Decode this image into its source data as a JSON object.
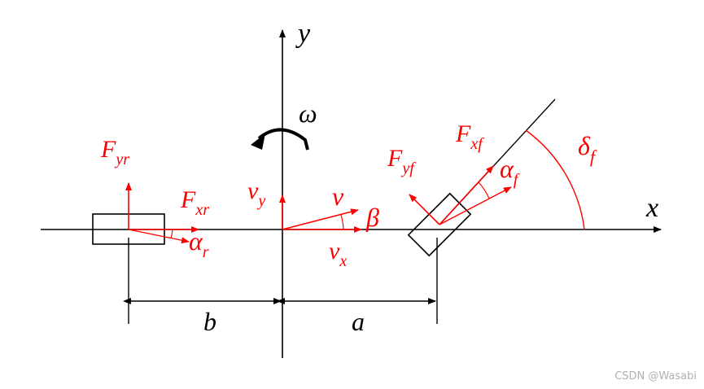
{
  "colors": {
    "force": "#ff0000",
    "geometry": "#000000",
    "watermark": "#b0b0b0"
  },
  "axes": {
    "x": "x",
    "y": "y"
  },
  "omega": "ω",
  "dims": {
    "b": "b",
    "a": "a"
  },
  "rear": {
    "Fy": {
      "main": "F",
      "sub": "yr"
    },
    "Fx": {
      "main": "F",
      "sub": "xr"
    },
    "alpha": {
      "main": "α",
      "sub": "r"
    }
  },
  "center": {
    "vy": {
      "main": "v",
      "sub": "y"
    },
    "v": "v",
    "beta": "β",
    "vx": {
      "main": "v",
      "sub": "x"
    }
  },
  "front": {
    "Fy": {
      "main": "F",
      "sub": "yf"
    },
    "Fx": {
      "main": "F",
      "sub": "xf"
    },
    "alpha": {
      "main": "α",
      "sub": "f"
    },
    "delta": {
      "main": "δ",
      "sub": "f"
    }
  },
  "watermark": "CSDN @Wasabi"
}
